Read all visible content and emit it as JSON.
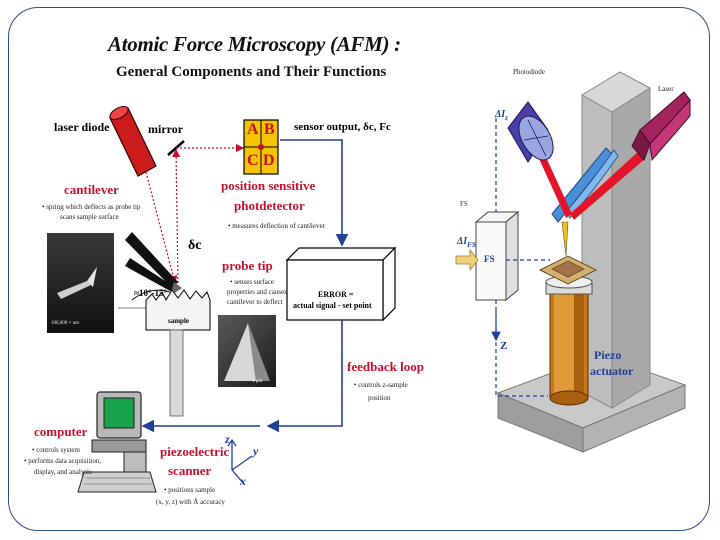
{
  "title": "Atomic Force Microscopy (AFM) :",
  "subtitle": "General Components and Their Functions",
  "left": {
    "laser_diode": "laser diode",
    "mirror": "mirror",
    "sensor_output": "sensor output, δc, Fc",
    "psd_cells": [
      "A",
      "B",
      "C",
      "D"
    ],
    "psd_title1": "position sensitive",
    "psd_title2": "photdetector",
    "psd_desc": "• measures deflection of cantilever",
    "cantilever_title": "cantilever",
    "cantilever_desc1": "• spring which deflects as probe tip",
    "cantilever_desc2": "scans sample surface",
    "micrograph_scale": "100,000 × um",
    "delta_c": "δc",
    "angle": "≈10°-15°",
    "sample": "sample",
    "probe_title": "probe tip",
    "probe_desc1": "• senses surface",
    "probe_desc2": "properties and causes",
    "probe_desc3": "cantilever to deflect",
    "probe_scale": "1 μm",
    "error_line1": "ERROR =",
    "error_line2": "actual signal - set point",
    "feedback_title": "feedback loop",
    "feedback_desc1": "• controls z-sample",
    "feedback_desc2": "position",
    "computer_title": "computer",
    "computer_desc1": "• controls system",
    "computer_desc2": "• performs data acquisition,",
    "computer_desc3": "display, and analysis",
    "scanner_title1": "piezoelectric",
    "scanner_title2": "scanner",
    "scanner_desc1": "• positions sample",
    "scanner_desc2": "(x, y, z) with Å accuracy",
    "axes": [
      "z",
      "y",
      "x"
    ]
  },
  "right": {
    "photodiode": "Photodiode",
    "laser": "Laser",
    "delta_i": "ΔI",
    "delta_i_sub": "z",
    "fs_label": "FS",
    "fs_box": "FS",
    "delta_ifs": "ΔI",
    "delta_ifs_sub": "FS",
    "z_label": "Z",
    "piezo1": "Piezo",
    "piezo2": "actuator"
  },
  "colors": {
    "frame": "#2c4f8a",
    "red_label": "#c8102e",
    "arrow_blue": "#1f3f99",
    "psd_yellow": "#f5c400",
    "laser_red": "#d10f1e",
    "cantilever_blue": "#4a90d9",
    "photodiode_blue": "#4a3fa8",
    "laser_magenta": "#a2245c",
    "piezo_orange": "#c8781a"
  }
}
